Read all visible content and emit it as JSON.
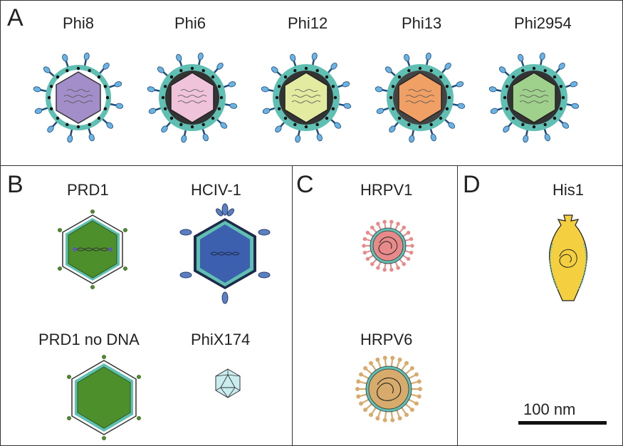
{
  "panels": {
    "a": {
      "label": "A",
      "viruses": [
        "Phi8",
        "Phi6",
        "Phi12",
        "Phi13",
        "Phi2954"
      ]
    },
    "b": {
      "label": "B",
      "viruses": [
        "PRD1",
        "HCIV-1",
        "PRD1 no DNA",
        "PhiX174"
      ]
    },
    "c": {
      "label": "C",
      "viruses": [
        "HRPV1",
        "HRPV6"
      ]
    },
    "d": {
      "label": "D",
      "viruses": [
        "His1"
      ]
    }
  },
  "scale_bar": {
    "label": "100 nm"
  },
  "colors": {
    "membrane": "#5fbfb2",
    "spike_blue": "#6ab3e3",
    "phi8_core": "#a48ec9",
    "phi6_core": "#efc3da",
    "phi12_core": "#e3eba0",
    "phi13_core": "#f0a064",
    "phi2954_core": "#9fd08c",
    "prd1_green": "#4d8f2a",
    "hciv_blue": "#3c5fae",
    "hrpv1_pink": "#e88a8a",
    "hrpv6_tan": "#d7ab6c",
    "his1_yellow": "#f4cf3f"
  }
}
